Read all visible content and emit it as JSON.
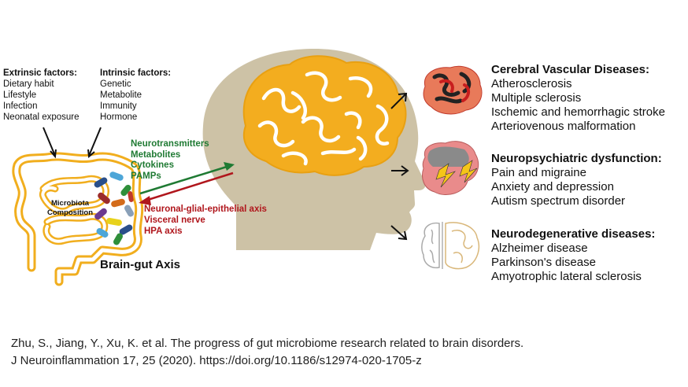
{
  "extrinsic": {
    "heading": "Extrinsic factors:",
    "items": [
      "Dietary habit",
      "Lifestyle",
      "Infection",
      "Neonatal exposure"
    ]
  },
  "intrinsic": {
    "heading": "Intrinsic factors:",
    "items": [
      "Genetic",
      "Metabolite",
      "Immunity",
      "Hormone"
    ]
  },
  "gut_to_brain": {
    "items": [
      "Neurotransmitters",
      "Metabolites",
      "Cytokines",
      "PAMPs"
    ],
    "color": "#1f7a33"
  },
  "brain_to_gut": {
    "items": [
      "Neuronal-glial-epithelial axis",
      "Visceral nerve",
      "HPA axis"
    ],
    "color": "#b0161c"
  },
  "microbiota_label": [
    "Microbiota",
    "Composition"
  ],
  "axis_title": "Brain-gut Axis",
  "diseases": [
    {
      "heading": "Cerebral Vascular Diseases:",
      "items": [
        "Atherosclerosis",
        "Multiple sclerosis",
        "Ischemic and hemorrhagic stroke",
        "Arteriovenous malformation"
      ],
      "icon": "red-brain-icon"
    },
    {
      "heading": "Neuropsychiatric dysfunction:",
      "items": [
        "Pain and migraine",
        "Anxiety and depression",
        "Autism spectrum disorder"
      ],
      "icon": "lightning-brain-icon"
    },
    {
      "heading": "Neurodegenerative diseases:",
      "items": [
        "Alzheimer disease",
        "Parkinson's disease",
        "Amyotrophic lateral sclerosis"
      ],
      "icon": "brain-section-icon"
    }
  ],
  "citation": {
    "line1": "Zhu, S., Jiang, Y., Xu, K. et al. The progress of gut microbiome research related to brain disorders.",
    "line2": "J Neuroinflammation 17, 25 (2020). https://doi.org/10.1186/s12974-020-1705-z"
  },
  "colors": {
    "head": "#cdc2a6",
    "brain": "#f3ad1f",
    "gut": "#f1ae1e",
    "green_arrow": "#1f7a33",
    "red_arrow": "#b0161c"
  }
}
